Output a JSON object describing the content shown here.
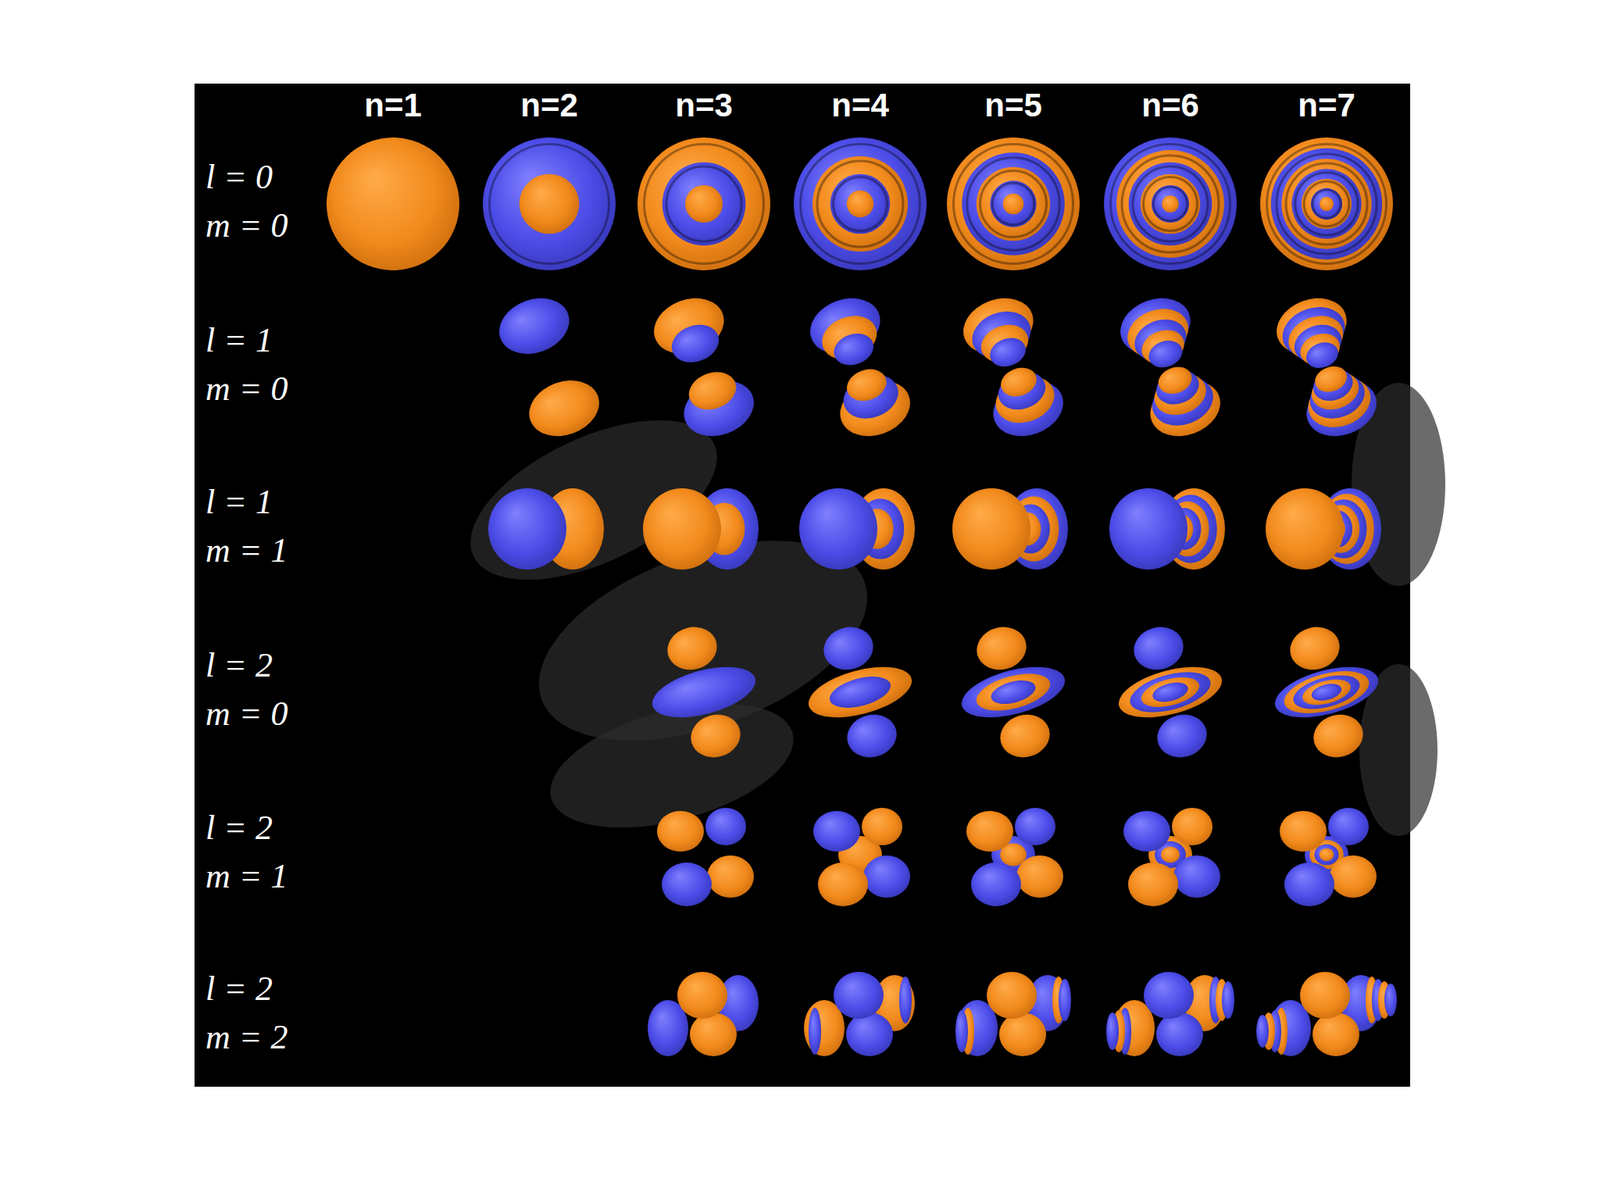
{
  "diagram": {
    "labels": [
      "n=1",
      "n=2",
      "n=3",
      "n=4",
      "n=5",
      "n=6",
      "n=7",
      "l = 0",
      "m = 0",
      "l = 1",
      "m = 0",
      "l = 1",
      "m = 1",
      "l = 2",
      "m = 0",
      "l = 2",
      "m = 1",
      "l = 2",
      "m = 2"
    ]
  }
}
